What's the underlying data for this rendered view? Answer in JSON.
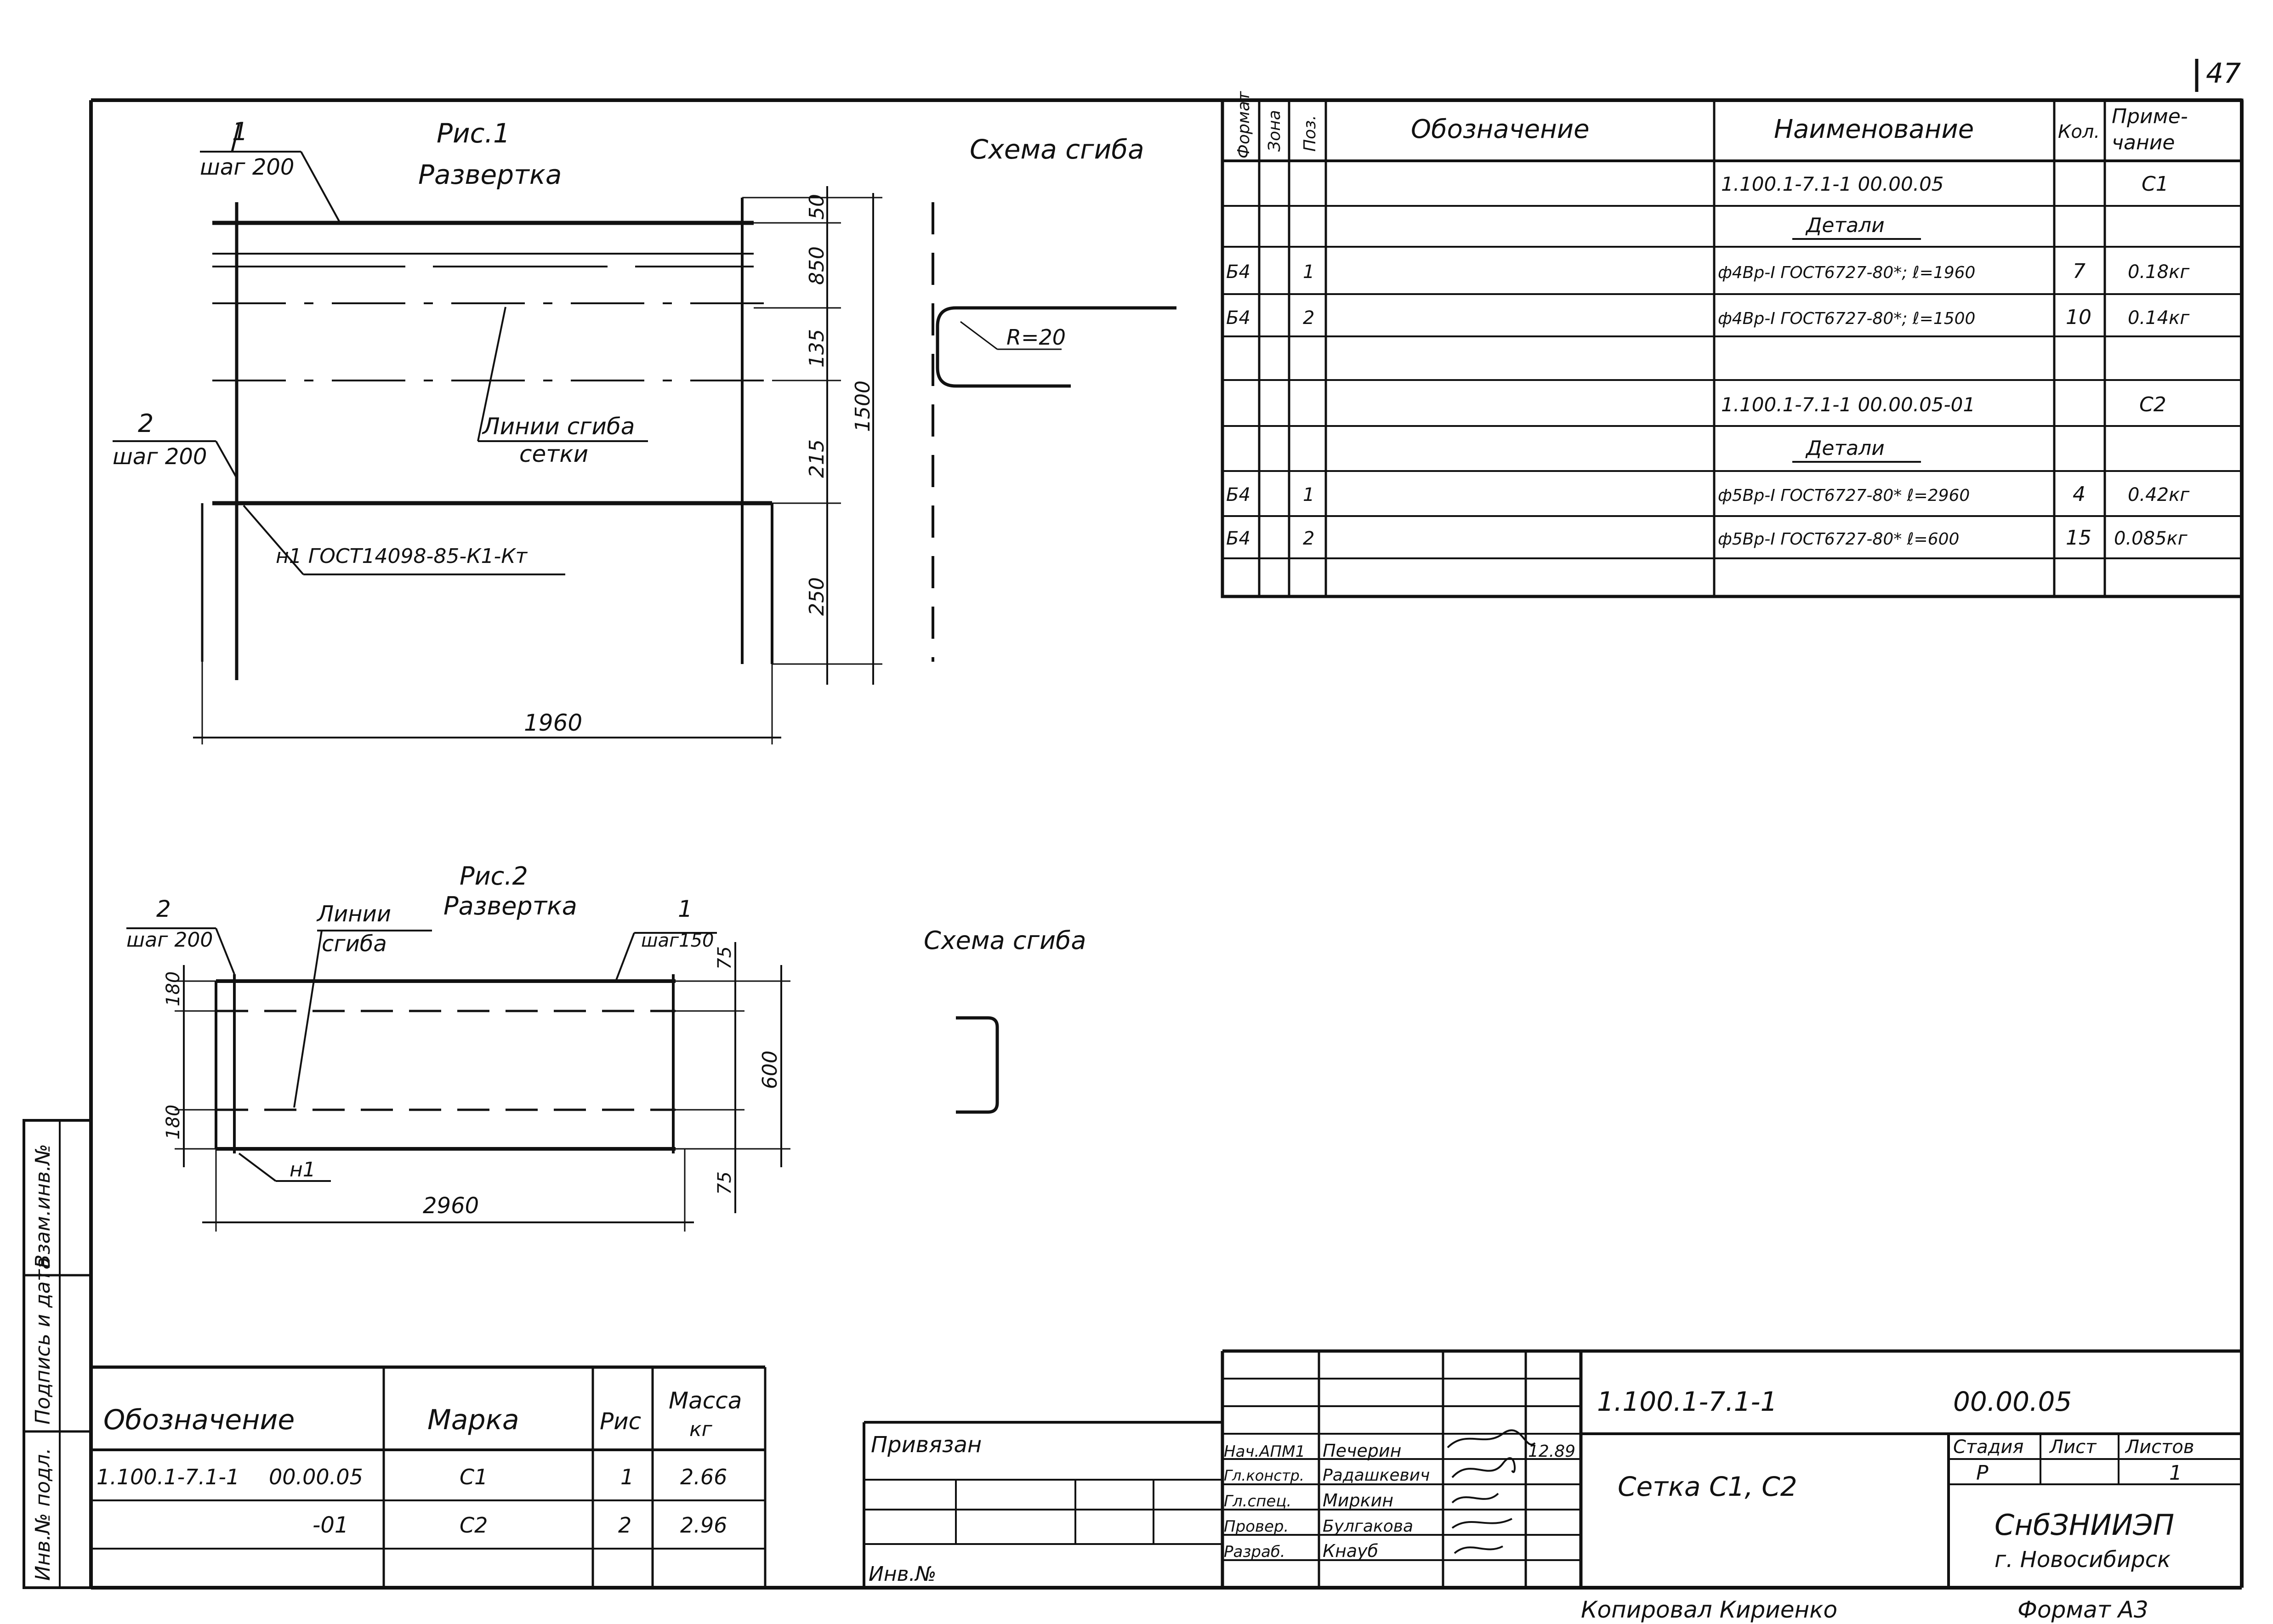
{
  "page_number": "47",
  "figure1": {
    "caption": "Рис.1",
    "subcaption": "Развертка",
    "scheme_title": "Схема сгиба",
    "pos1_num": "1",
    "pos1_step": "шаг 200",
    "pos2_num": "2",
    "pos2_step": "шаг 200",
    "bend_lines_1": "Линии сгиба",
    "bend_lines_2": "сетки",
    "weld_note": "н1  ГОСТ14098-85-К1-Кт",
    "dims": [
      "50",
      "850",
      "135",
      "215",
      "250",
      "1500",
      "1960"
    ],
    "radius": "R=20"
  },
  "figure2": {
    "caption": "Рис.2",
    "subcaption": "Развертка",
    "scheme_title": "Схема сгиба",
    "pos2_num": "2",
    "pos2_step": "шаг 200",
    "pos1_num": "1",
    "pos1_step": "шаг150",
    "bend_lines_1": "Линии",
    "bend_lines_2": "сгиба",
    "weld": "н1",
    "dims": [
      "75",
      "180",
      "600",
      "180",
      "75",
      "2960"
    ]
  },
  "spec": {
    "headers": [
      "Формат",
      "Зона",
      "Поз.",
      "Обозначение",
      "Наименование",
      "Кол.",
      "Приме-",
      "чание"
    ],
    "rows": [
      {
        "fmt": "",
        "zone": "",
        "pos": "",
        "des": "",
        "name": "1.100.1-7.1-1       00.00.05",
        "qty": "",
        "note": "С1",
        "ul": false
      },
      {
        "fmt": "",
        "zone": "",
        "pos": "",
        "des": "",
        "name": "Детали",
        "qty": "",
        "note": "",
        "ul": true
      },
      {
        "fmt": "Б4",
        "zone": "",
        "pos": "1",
        "des": "",
        "name": "ф4Вр-I ГОСТ6727-80*; ℓ=1960",
        "qty": "7",
        "note": "0.18кг",
        "ul": false
      },
      {
        "fmt": "Б4",
        "zone": "",
        "pos": "2",
        "des": "",
        "name": "ф4Вр-I ГОСТ6727-80*; ℓ=1500",
        "qty": "10",
        "note": "0.14кг",
        "ul": false
      },
      {
        "fmt": "",
        "zone": "",
        "pos": "",
        "des": "",
        "name": "",
        "qty": "",
        "note": "",
        "ul": false
      },
      {
        "fmt": "",
        "zone": "",
        "pos": "",
        "des": "",
        "name": "1.100.1-7.1-1       00.00.05-01",
        "qty": "",
        "note": "С2",
        "ul": false
      },
      {
        "fmt": "",
        "zone": "",
        "pos": "",
        "des": "",
        "name": "Детали",
        "qty": "",
        "note": "",
        "ul": true
      },
      {
        "fmt": "Б4",
        "zone": "",
        "pos": "1",
        "des": "",
        "name": "ф5Вр-I ГОСТ6727-80* ℓ=2960",
        "qty": "4",
        "note": "0.42кг",
        "ul": false
      },
      {
        "fmt": "Б4",
        "zone": "",
        "pos": "2",
        "des": "",
        "name": "ф5Вр-I ГОСТ6727-80* ℓ=600",
        "qty": "15",
        "note": "0.085кг",
        "ul": false
      },
      {
        "fmt": "",
        "zone": "",
        "pos": "",
        "des": "",
        "name": "",
        "qty": "",
        "note": "",
        "ul": false
      }
    ]
  },
  "marks_table": {
    "headers": [
      "Обозначение",
      "Марка",
      "Рис",
      "Масса",
      "кг"
    ],
    "rows": [
      {
        "des1": "1.100.1-7.1-1",
        "des2": "00.00.05",
        "mark": "С1",
        "fig": "1",
        "mass": "2.66"
      },
      {
        "des1": "",
        "des2": "-01",
        "mark": "С2",
        "fig": "2",
        "mass": "2.96"
      }
    ]
  },
  "side_stamp": [
    "Инв.№ подл.",
    "Подпись и дата",
    "Взам.инв.№"
  ],
  "binding": {
    "title": "Привязан",
    "inv": "Инв.№"
  },
  "title_block": {
    "doc_code": "1.100.1-7.1-1",
    "doc_num": "00.00.05",
    "name": "Сетка  С1, С2",
    "stage_label": "Стадия",
    "sheet_label": "Лист",
    "sheets_label": "Листов",
    "stage": "Р",
    "sheets": "1",
    "org1": "СнбЗНИИЭП",
    "org2": "г. Новосибирск",
    "date": "12.89",
    "people": [
      {
        "role": "Нач.АПМ1",
        "name": "Печерин"
      },
      {
        "role": "Гл.констр.",
        "name": "Радашкевич"
      },
      {
        "role": "Гл.спец.",
        "name": "Миркин"
      },
      {
        "role": "Провер.",
        "name": "Булгакова"
      },
      {
        "role": "Разраб.",
        "name": "Кнауб"
      }
    ]
  },
  "footer": {
    "copied": "Копировал  Кириенко",
    "format": "Формат  А3"
  }
}
